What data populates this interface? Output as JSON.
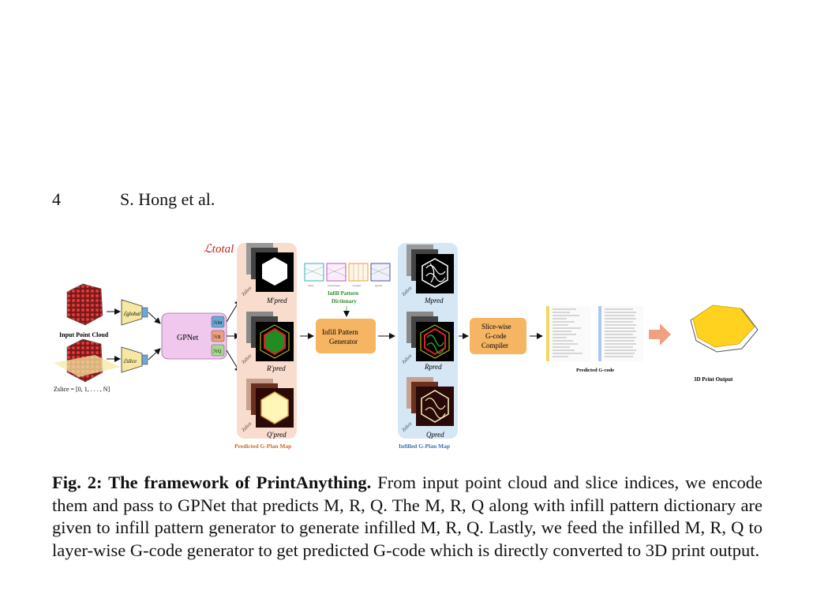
{
  "header": {
    "page_number": "4",
    "authors": "S. Hong et al."
  },
  "figure": {
    "loss_label": "ℒtotal",
    "input_label": "Input Point Cloud",
    "zslice_label": "Zslice = [0, 1, . . . , N]",
    "enc_global": "ℰglobal",
    "enc_slice": "ℰslice",
    "gpnet": "GPNet",
    "heads": [
      "ℋM",
      "ℋR",
      "ℋQ"
    ],
    "pred_maps": [
      "M′pred",
      "R′pred",
      "Q′pred"
    ],
    "pred_panel_label": "Predicted G-Plan Map",
    "zslice_tag": "Zslice",
    "dict_label_1": "Infill Pattern",
    "dict_label_2": "Dictionary",
    "dict_items": [
      "cubic",
      "tri-hexagon",
      "octagon",
      "gyroid"
    ],
    "generator_1": "Infill Pattern",
    "generator_2": "Generator",
    "infill_maps": [
      "Mpred",
      "Rpred",
      "Qpred"
    ],
    "infill_panel_label": "Infilled G-Plan Map",
    "compiler_1": "Slice-wise",
    "compiler_2": "G-code",
    "compiler_3": "Compiler",
    "gcode_label": "Predicted G-code",
    "output_label": "3D Print Output",
    "colors": {
      "pred_panel": "#f8dccd",
      "infill_panel": "#d5e6f5",
      "gpnet": "#f0c8ee",
      "orange_box": "#f5b562",
      "encoder": "#f6e8a3",
      "loss": "#cc2222",
      "pred_text": "#d2691e",
      "infill_text": "#3a6fb0",
      "dict_text": "#2e8b2e"
    }
  },
  "caption": {
    "bold": "Fig. 2: The framework of PrintAnything.",
    "text": " From input point cloud and slice indices, we encode them and pass to GPNet that predicts M, R, Q. The M, R, Q along with infill pattern dictionary are given to infill pattern generator to generate infilled M, R, Q. Lastly, we feed the infilled M, R, Q to layer-wise G-code generator to get predicted G-code which is directly converted to 3D print output."
  }
}
